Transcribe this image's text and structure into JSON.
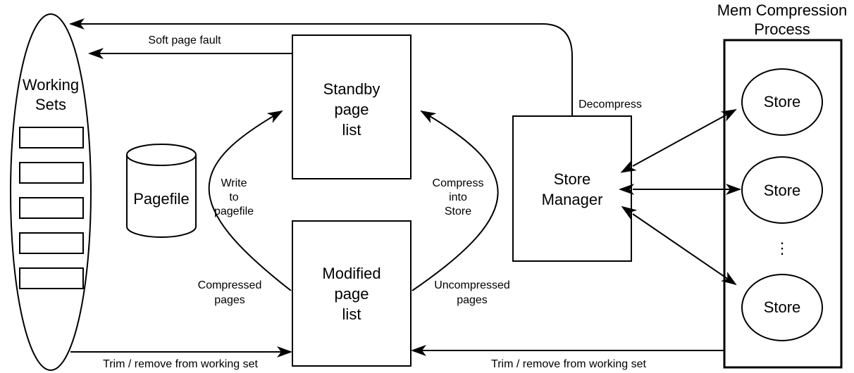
{
  "process": {
    "title_line1": "Mem Compression",
    "title_line2": "Process"
  },
  "working_sets": {
    "line1": "Working",
    "line2": "Sets"
  },
  "pagefile": {
    "label": "Pagefile"
  },
  "standby": {
    "line1": "Standby",
    "line2": "page",
    "line3": "list"
  },
  "modified": {
    "line1": "Modified",
    "line2": "page",
    "line3": "list"
  },
  "store_manager": {
    "line1": "Store",
    "line2": "Manager"
  },
  "stores": [
    {
      "label": "Store"
    },
    {
      "label": "Store"
    },
    {
      "label": "Store"
    }
  ],
  "ellipsis": "⋮",
  "edges": {
    "soft_page_fault": "Soft page fault",
    "decompress": "Decompress",
    "write_to_pagefile": {
      "line1": "Write",
      "line2": "to",
      "line3": "pagefile"
    },
    "compress_into_store": {
      "line1": "Compress",
      "line2": "into",
      "line3": "Store"
    },
    "compressed_pages": {
      "line1": "Compressed",
      "line2": "pages"
    },
    "uncompressed_pages": {
      "line1": "Uncompressed",
      "line2": "pages"
    },
    "trim_left": "Trim / remove from working set",
    "trim_right": "Trim / remove from working set"
  }
}
